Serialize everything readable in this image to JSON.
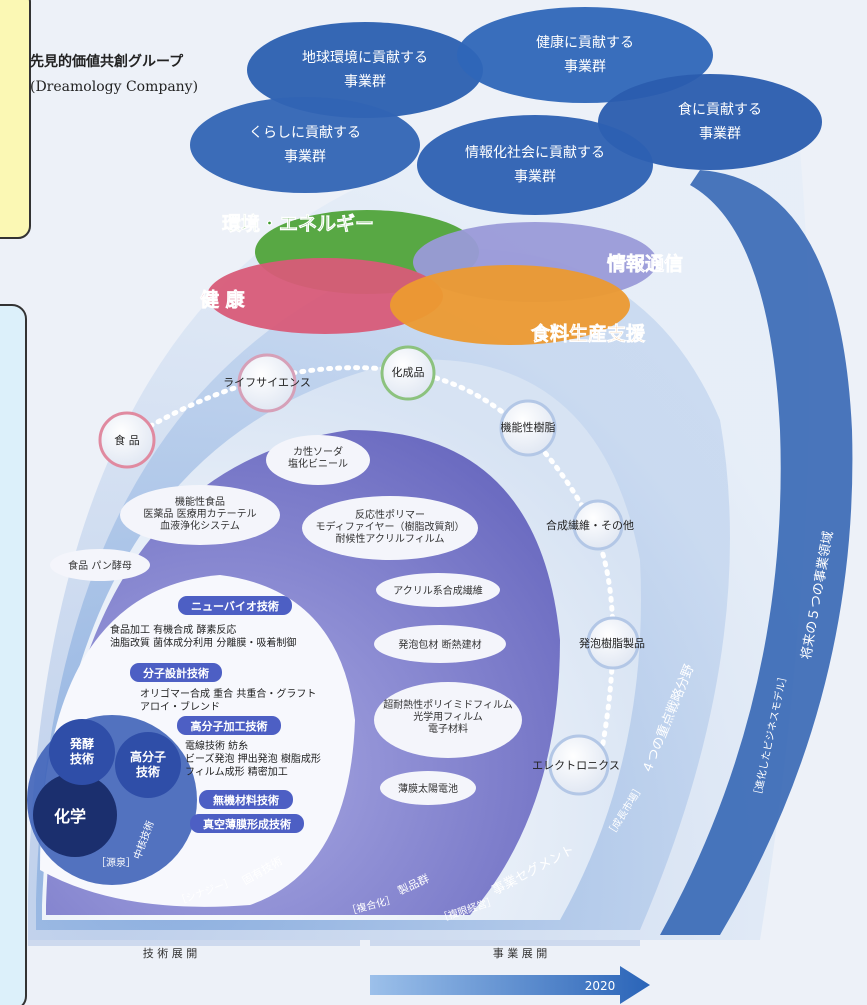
{
  "header": {
    "title": "先見的価値共創グループ",
    "subtitle": "(Dreamology Company)"
  },
  "future_fields": [
    "地球環境に貢献する事業群",
    "健康に貢献する事業群",
    "くらしに貢献する事業群",
    "情報化社会に貢献する事業群",
    "食に貢献する事業群"
  ],
  "growth_fields": {
    "environment_energy": "環境・エネルギー",
    "info_comm": "情報通信",
    "health": "健 康",
    "food_production": "食料生産支援"
  },
  "segments": [
    "ライフサイエンス",
    "化成品",
    "食 品",
    "機能性樹脂",
    "合成繊維・その他",
    "発泡樹脂製品",
    "エレクトロニクス"
  ],
  "product_groups": [
    "カ性ソーダ 塩化ビニール",
    "機能性食品 医薬品 医療用カテーテル 血液浄化システム",
    "反応性ポリマー モディファイヤー（樹脂改質剤） 耐候性アクリルフィルム",
    "食品 パン酵母",
    "アクリル系合成繊維",
    "発泡包材 断熱建材",
    "超耐熱性ポリイミドフィルム 光学用フィルム 電子材料",
    "薄膜太陽電池"
  ],
  "technologies": [
    {
      "name": "ニューバイオ技術",
      "items": [
        "食品加工 有機合成 酵素反応",
        "油脂改質 菌体成分利用 分離膜・吸着制御"
      ]
    },
    {
      "name": "分子設計技術",
      "items": [
        "オリゴマー合成 重合 共重合・グラフト",
        "アロイ・ブレンド"
      ]
    },
    {
      "name": "高分子加工技術",
      "items": [
        "電線技術 紡糸",
        "ビーズ発泡 押出発泡 樹脂成形",
        "フィルム成形 精密加工"
      ]
    },
    {
      "name": "無機材料技術",
      "items": []
    },
    {
      "name": "真空薄膜形成技術",
      "items": []
    }
  ],
  "core": {
    "fermentation": "発酵技術",
    "polymer": "高分子技術",
    "chemistry": "化学",
    "source_label": "［源泉］",
    "core_tech_label": "中核技術"
  },
  "arc_labels": {
    "synergy": "［シナジー］",
    "unique_tech": "固有技術",
    "composite": "［複合化］",
    "product_group": "製品群",
    "diversified": "［複眼経営］",
    "segment": "事業セグメント",
    "growth_market": "［成長市場］",
    "focus_fields": "４つの重点戦略分野",
    "evolved_model": "［進化したビジネスモデル］",
    "future_five": "将来の５つの事業領域"
  },
  "footer": {
    "tech_dev": "技 術 展 開",
    "biz_dev": "事 業 展 開",
    "year": "2020"
  },
  "colors": {
    "deep_blue": "#1f4fa0",
    "mid_blue": "#5a8fd0",
    "light_blue": "#c8d8ee",
    "purple": "#6e6ec0",
    "green": "#58a844",
    "pink": "#d85b78",
    "orange": "#ec9a30",
    "lavender": "#9a9ad8",
    "side_yellow": "#fbf8b4",
    "side_cyan": "#dcf0fa"
  }
}
